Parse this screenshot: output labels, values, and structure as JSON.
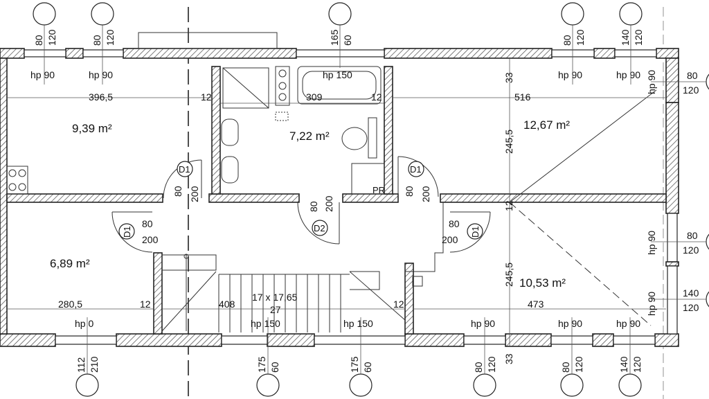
{
  "rooms": {
    "r1": "9,39 m²",
    "r2": "7,22 m²",
    "r3": "12,67 m²",
    "r4": "6,89 m²",
    "r5": "10,53 m²"
  },
  "top_dims": [
    {
      "a": "80",
      "b": "120"
    },
    {
      "a": "80",
      "b": "120"
    },
    {
      "a": "165",
      "b": "60"
    },
    {
      "a": "80",
      "b": "120"
    },
    {
      "a": "140",
      "b": "120"
    }
  ],
  "bottom_dims": [
    {
      "a": "112",
      "b": "210"
    },
    {
      "a": "175",
      "b": "60"
    },
    {
      "a": "175",
      "b": "60"
    },
    {
      "a": "80",
      "b": "120"
    },
    {
      "a": "80",
      "b": "120"
    },
    {
      "a": "140",
      "b": "120"
    }
  ],
  "right_dims": [
    {
      "a": "80",
      "b": "120"
    },
    {
      "a": "80",
      "b": "120"
    },
    {
      "a": "140",
      "b": "120"
    }
  ],
  "hp_top": [
    "hp 90",
    "hp 90",
    "hp 150",
    "hp 90",
    "hp 90"
  ],
  "hp_bottom": [
    "hp 0",
    "hp 150",
    "hp 150",
    "hp 90",
    "hp 90",
    "hp 90"
  ],
  "hp_right": [
    "hp 90",
    "hp 90",
    "hp 90"
  ],
  "widths": {
    "w1": "396,5",
    "w2": "309",
    "w3": "516",
    "w4": "280,5",
    "w5": "408",
    "w6": "473"
  },
  "wall12": "12",
  "heights": {
    "h1": "245,5",
    "h2": "245,5",
    "h33a": "33",
    "h33b": "33"
  },
  "doors": {
    "d1a": {
      "tag": "D1",
      "w": "80",
      "h": "200"
    },
    "d2": {
      "tag": "D2",
      "w": "80",
      "h": "200"
    },
    "d1b": {
      "tag": "D1",
      "w": "80",
      "h": "200"
    },
    "d1c": {
      "tag": "D1",
      "w": "80",
      "h": "200"
    },
    "d1d": {
      "tag": "D1",
      "w": "80",
      "h": "200"
    }
  },
  "stairs": {
    "spec": "17 x 17,65",
    "count": "27"
  },
  "pr": "PR"
}
